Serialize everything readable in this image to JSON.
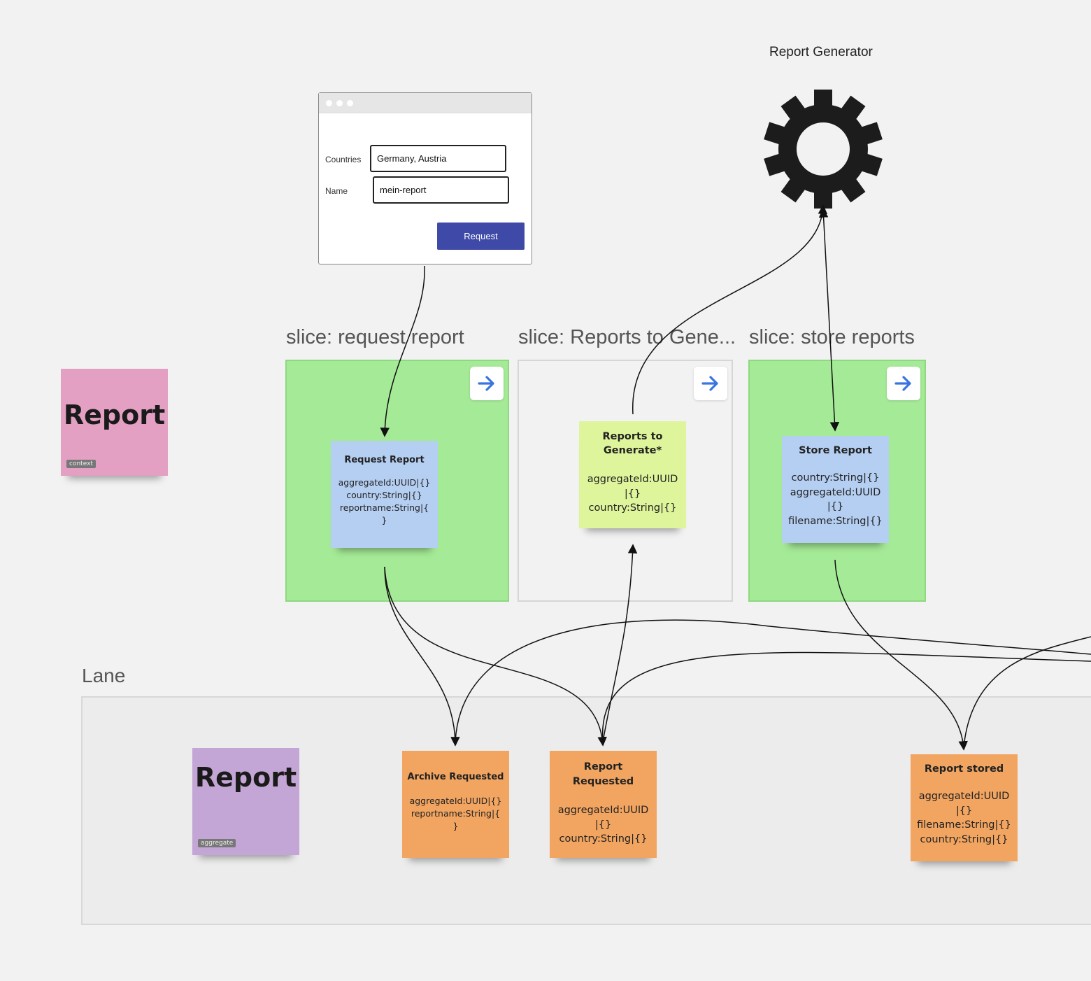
{
  "gear": {
    "title": "Report Generator"
  },
  "wireframe": {
    "countries_label": "Countries",
    "countries_value": "Germany, Austria",
    "name_label": "Name",
    "name_value": "mein-report",
    "button_label": "Request"
  },
  "slices": [
    {
      "title": "slice: request report"
    },
    {
      "title": "slice: Reports to Gene..."
    },
    {
      "title": "slice: store reports"
    }
  ],
  "context_sticky": {
    "label": "Report",
    "tag": "context"
  },
  "commands": {
    "request_report": {
      "title": "Request Report",
      "body": "aggregateId:UUID|{}\ncountry:String|{}\nreportname:String|{\n}"
    },
    "store_report": {
      "title": "Store Report",
      "body": "country:String|{}\naggregateId:UUID\n|{}\nfilename:String|{}"
    }
  },
  "readmodel": {
    "title": "Reports to\nGenerate*",
    "body": "aggregateId:UUID\n|{}\ncountry:String|{}"
  },
  "lane": {
    "title": "Lane",
    "aggregate": {
      "label": "Report",
      "tag": "aggregate"
    },
    "events": {
      "archive_requested": {
        "title": "Archive Requested",
        "body": "aggregateId:UUID|{}\nreportname:String|{\n}"
      },
      "report_requested": {
        "title": "Report\nRequested",
        "body": "aggregateId:UUID\n|{}\ncountry:String|{}"
      },
      "report_stored": {
        "title": "Report stored",
        "body": "aggregateId:UUID\n|{}\nfilename:String|{}\ncountry:String|{}"
      }
    }
  },
  "icons": {
    "gear": "gear-icon",
    "arrow": "arrow-right-icon"
  },
  "colors": {
    "slice_green": "#a5ea97",
    "command_blue": "#b5cff2",
    "readmodel_yellow": "#def59b",
    "event_orange": "#f2a561",
    "context_pink": "#e3a0c2",
    "aggregate_purple": "#c4a6d6",
    "nav_arrow": "#3b74e0",
    "request_button": "#3f4aa8"
  }
}
